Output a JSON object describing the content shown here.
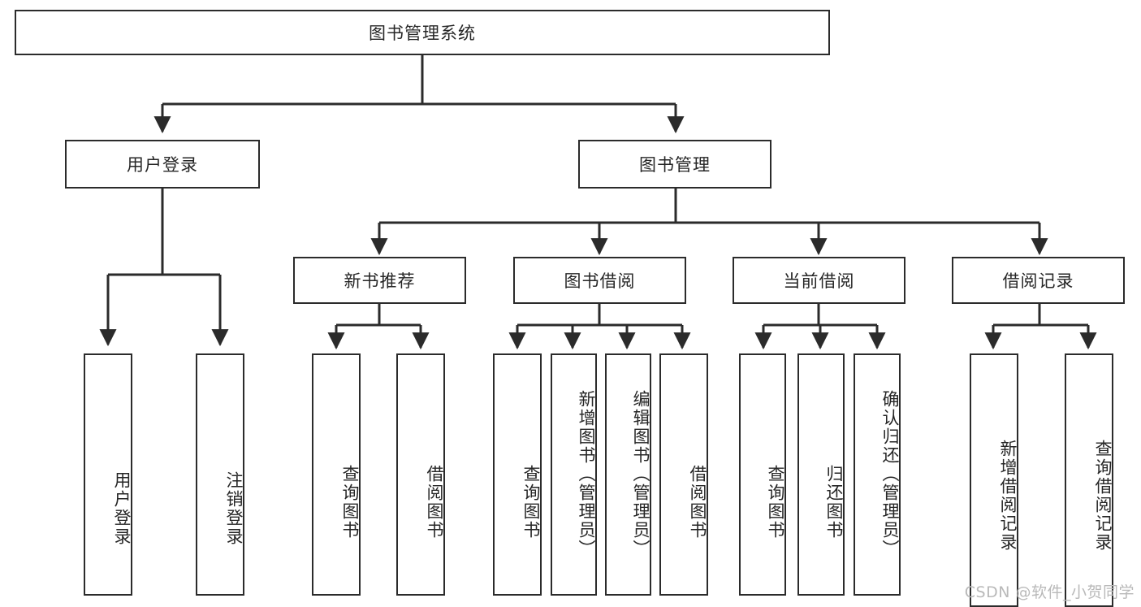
{
  "diagram": {
    "type": "tree",
    "title": "图书管理系统",
    "root": {
      "id": "root",
      "label": "图书管理系统"
    },
    "level2": [
      {
        "id": "user-login",
        "label": "用户登录"
      },
      {
        "id": "book-manage",
        "label": "图书管理"
      }
    ],
    "level3": [
      {
        "id": "new-book-recommend",
        "label": "新书推荐",
        "parent": "book-manage"
      },
      {
        "id": "book-borrow",
        "label": "图书借阅",
        "parent": "book-manage"
      },
      {
        "id": "current-borrow",
        "label": "当前借阅",
        "parent": "book-manage"
      },
      {
        "id": "borrow-record",
        "label": "借阅记录",
        "parent": "book-manage"
      }
    ],
    "leaves": [
      {
        "id": "leaf-user-login",
        "label": "用户登录",
        "parent": "user-login"
      },
      {
        "id": "leaf-user-logout",
        "label": "注销登录",
        "parent": "user-login"
      },
      {
        "id": "leaf-query-book-1",
        "label": "查询图书",
        "parent": "new-book-recommend"
      },
      {
        "id": "leaf-borrow-book-1",
        "label": "借阅图书",
        "parent": "new-book-recommend"
      },
      {
        "id": "leaf-query-book-2",
        "label": "查询图书",
        "parent": "book-borrow"
      },
      {
        "id": "leaf-add-book",
        "label": "新增图书（管理员）",
        "parent": "book-borrow"
      },
      {
        "id": "leaf-edit-book",
        "label": "编辑图书（管理员）",
        "parent": "book-borrow"
      },
      {
        "id": "leaf-borrow-book-2",
        "label": "借阅图书",
        "parent": "book-borrow"
      },
      {
        "id": "leaf-query-book-3",
        "label": "查询图书",
        "parent": "current-borrow"
      },
      {
        "id": "leaf-return-book",
        "label": "归还图书",
        "parent": "current-borrow"
      },
      {
        "id": "leaf-confirm-return",
        "label": "确认归还（管理员）",
        "parent": "current-borrow"
      },
      {
        "id": "leaf-add-record",
        "label": "新增借阅记录",
        "parent": "borrow-record"
      },
      {
        "id": "leaf-query-record",
        "label": "查询借阅记录",
        "parent": "borrow-record"
      }
    ],
    "colors": {
      "stroke": "#2b2b2b",
      "fill": "#ffffff",
      "text": "#262626",
      "watermark": "#b9b9b9"
    }
  },
  "watermark": {
    "text": "CSDN @软件_小贺同学"
  }
}
